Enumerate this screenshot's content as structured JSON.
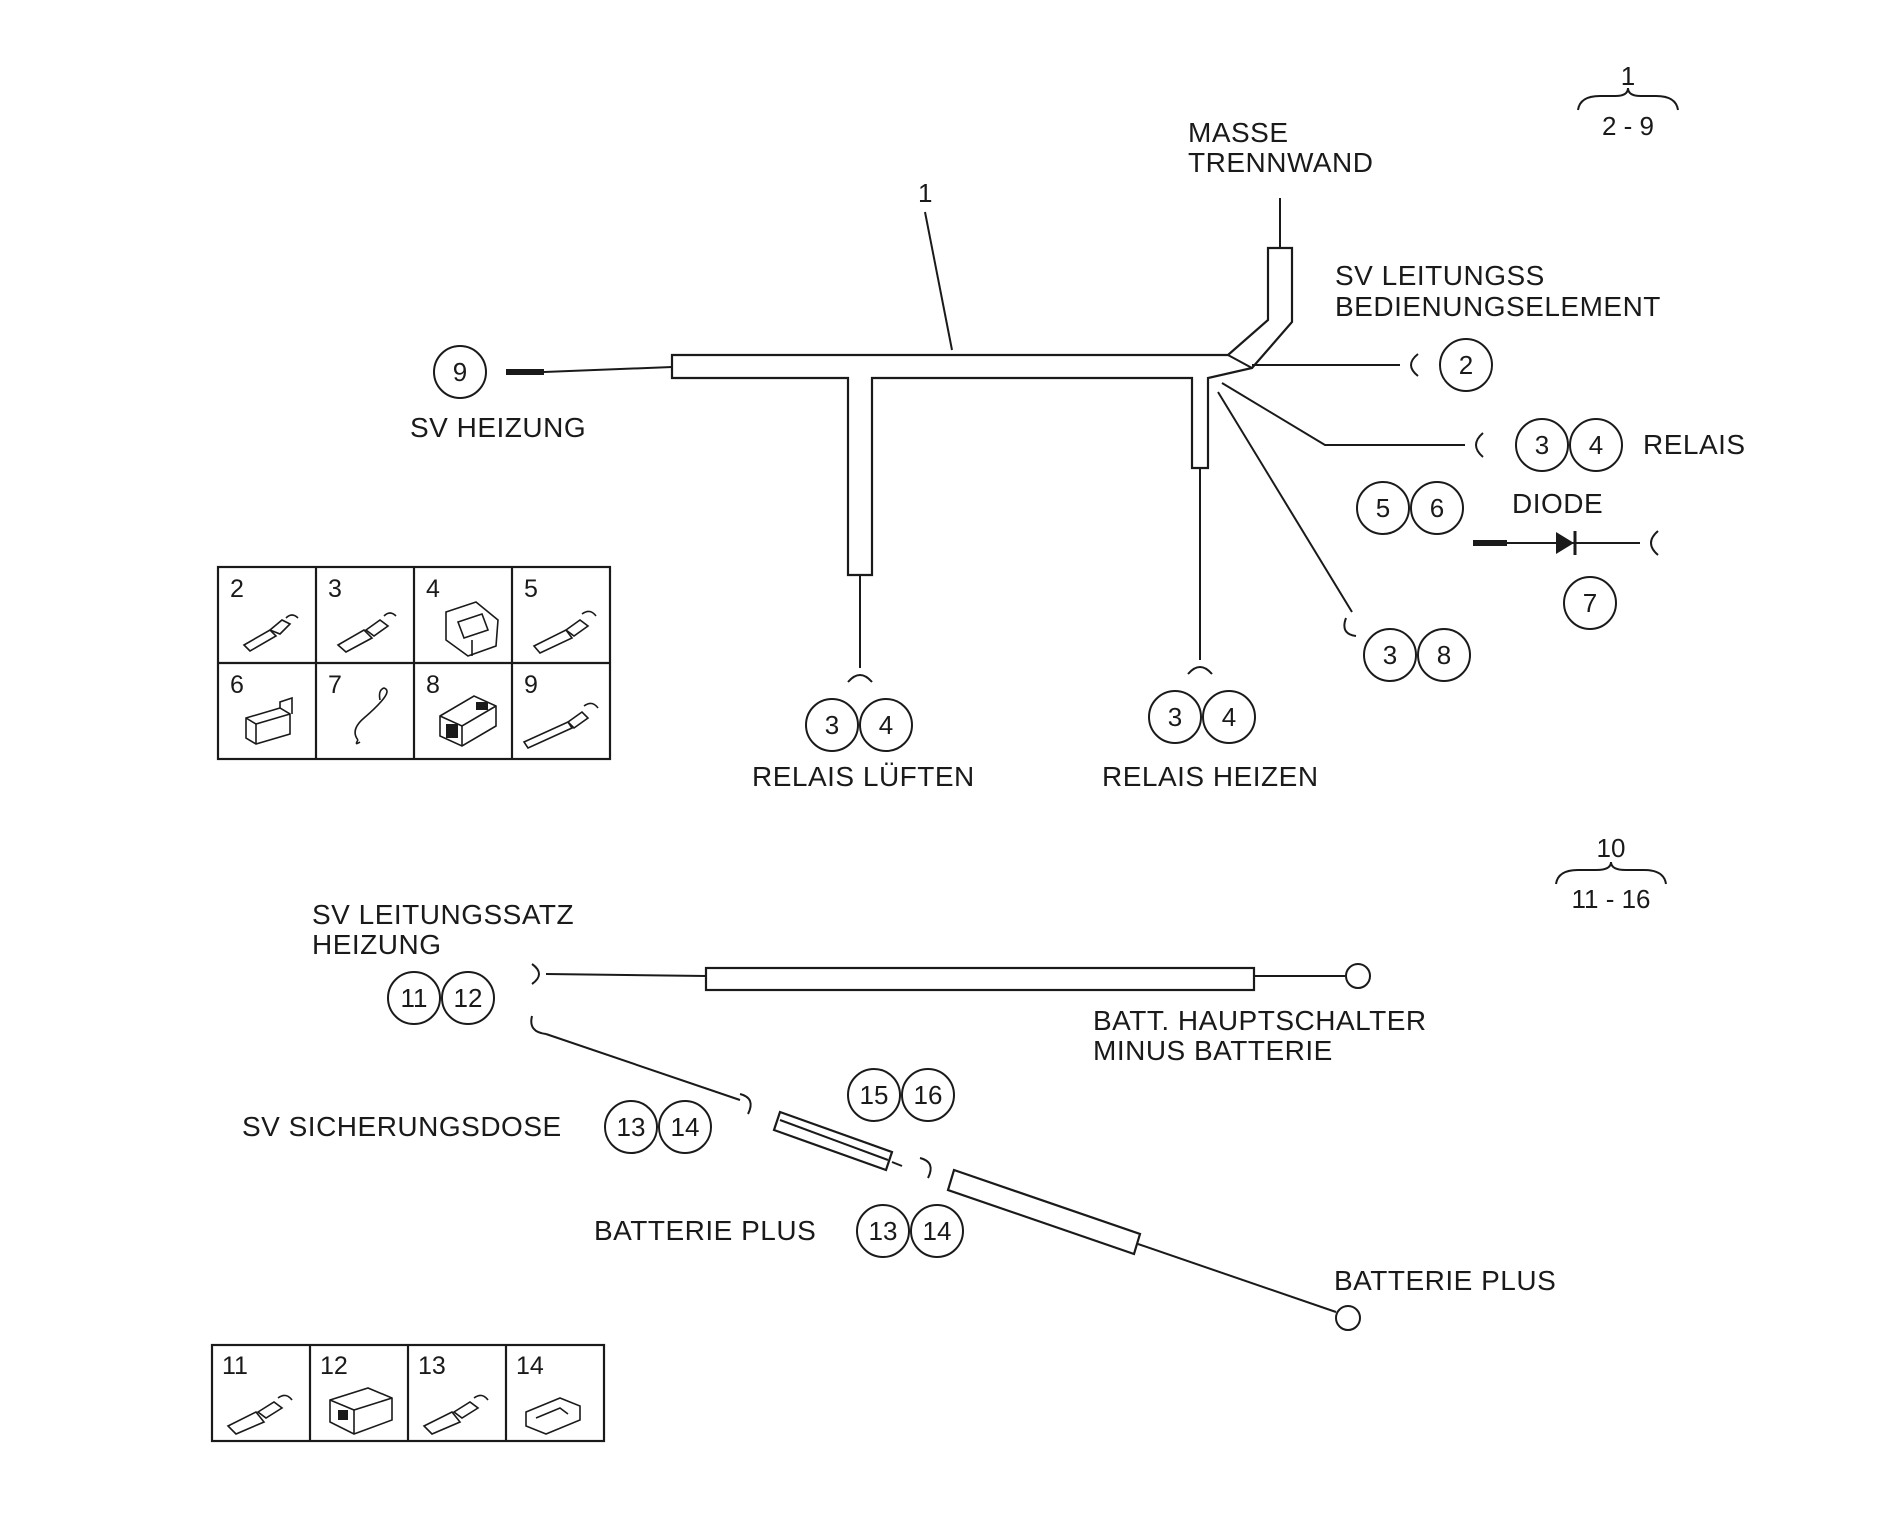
{
  "harness1": {
    "ref": {
      "top": "1",
      "bottom": "2 - 9"
    },
    "leader_number": "1",
    "labels": {
      "masse_line1": "MASSE",
      "masse_line2": "TRENNWAND",
      "sv_leitungss": "SV LEITUNGSS",
      "bedienungselement": "BEDIENUNGSELEMENT",
      "sv_heizung": "SV HEIZUNG",
      "relais": "RELAIS",
      "diode": "DIODE",
      "relais_lueften": "RELAIS LÜFTEN",
      "relais_heizen": "RELAIS HEIZEN"
    },
    "callouts": {
      "c9": "9",
      "c2": "2",
      "c3a": "3",
      "c4a": "4",
      "c5": "5",
      "c6": "6",
      "c7": "7",
      "c3b": "3",
      "c8": "8",
      "c3c": "3",
      "c4c": "4",
      "c3d": "3",
      "c4d": "4"
    },
    "parts_table": [
      "2",
      "3",
      "4",
      "5",
      "6",
      "7",
      "8",
      "9"
    ]
  },
  "harness2": {
    "ref": {
      "top": "10",
      "bottom": "11 - 16"
    },
    "labels": {
      "sv_leitungssatz": "SV LEITUNGSSATZ",
      "heizung": "HEIZUNG",
      "batt_hauptschalter": "BATT. HAUPTSCHALTER",
      "minus_batterie": "MINUS BATTERIE",
      "sv_sicherungsdose": "SV SICHERUNGSDOSE",
      "batterie_plus_left": "BATTERIE PLUS",
      "batterie_plus_right": "BATTERIE PLUS"
    },
    "callouts": {
      "c11": "11",
      "c12": "12",
      "c13a": "13",
      "c14a": "14",
      "c15": "15",
      "c16": "16",
      "c13b": "13",
      "c14b": "14"
    },
    "parts_table": [
      "11",
      "12",
      "13",
      "14"
    ]
  }
}
